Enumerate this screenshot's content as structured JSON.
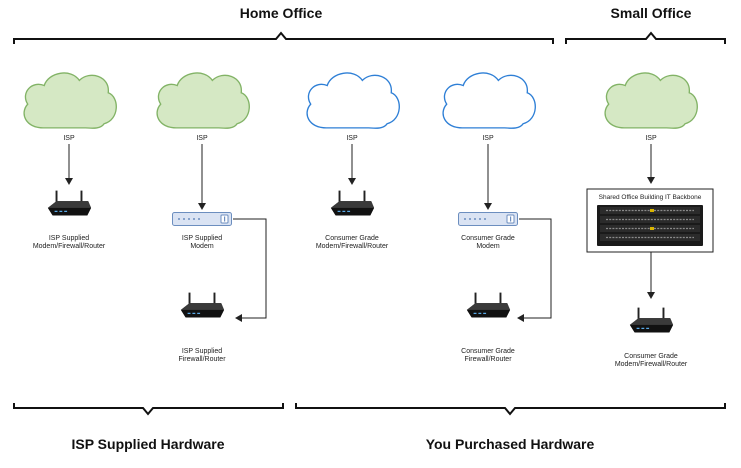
{
  "headers": {
    "home_office": "Home Office",
    "small_office": "Small Office",
    "isp_supplied_hardware": "ISP Supplied Hardware",
    "you_purchased_hardware": "You Purchased Hardware"
  },
  "clouds": [
    {
      "label": "ISP",
      "style": "green"
    },
    {
      "label": "ISP",
      "style": "green"
    },
    {
      "label": "ISP",
      "style": "blue"
    },
    {
      "label": "ISP",
      "style": "blue"
    },
    {
      "label": "ISP",
      "style": "green"
    }
  ],
  "devices": {
    "c1_router": [
      "ISP Supplied",
      "Modem/Firewall/Router"
    ],
    "c2_modem": [
      "ISP Supplied",
      "Modem"
    ],
    "c2_router": [
      "ISP Supplied",
      "Firewall/Router"
    ],
    "c3_router": [
      "Consumer Grade",
      "Modem/Firewall/Router"
    ],
    "c4_modem": [
      "Consumer Grade",
      "Modem"
    ],
    "c4_router": [
      "Consumer Grade",
      "Firewall/Router"
    ],
    "c5_router": [
      "Consumer Grade",
      "Modem/Firewall/Router"
    ]
  },
  "backbone": {
    "title": "Shared Office Building IT Backbone"
  },
  "colors": {
    "green_cloud_fill": "#d5e8c4",
    "green_cloud_stroke": "#82b366",
    "blue_cloud_fill": "#ffffff",
    "blue_cloud_stroke": "#2e7fd6",
    "modem_fill": "#dae3f3",
    "modem_stroke": "#6c8ebf",
    "line": "#333333"
  }
}
